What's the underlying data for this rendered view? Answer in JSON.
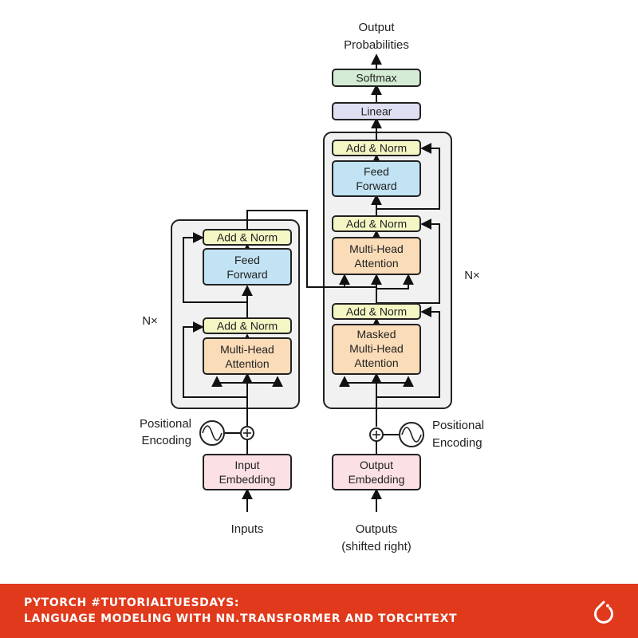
{
  "diagram": {
    "encoder": {
      "add_norm_top": "Add & Norm",
      "feed_forward": [
        "Feed",
        "Forward"
      ],
      "add_norm_bottom": "Add & Norm",
      "attention": [
        "Multi-Head",
        "Attention"
      ],
      "repeat_label": "N×",
      "positional_encoding": [
        "Positional",
        "Encoding"
      ],
      "embedding": [
        "Input",
        "Embedding"
      ],
      "input_label": "Inputs"
    },
    "decoder": {
      "output_probabilities": [
        "Output",
        "Probabilities"
      ],
      "softmax": "Softmax",
      "linear": "Linear",
      "add_norm_top": "Add & Norm",
      "feed_forward": [
        "Feed",
        "Forward"
      ],
      "add_norm_middle": "Add & Norm",
      "cross_attention": [
        "Multi-Head",
        "Attention"
      ],
      "add_norm_bottom": "Add & Norm",
      "masked_attention": [
        "Masked",
        "Multi-Head",
        "Attention"
      ],
      "repeat_label": "N×",
      "positional_encoding": [
        "Positional",
        "Encoding"
      ],
      "embedding": [
        "Output",
        "Embedding"
      ],
      "output_label": [
        "Outputs",
        "(shifted right)"
      ]
    },
    "colors": {
      "add_norm": "#f4f7c4",
      "feed_forward": "#c2e3f4",
      "attention": "#fbdcb8",
      "embedding": "#fbe0e4",
      "linear": "#dedff3",
      "softmax": "#d5ecd4",
      "stack_background": "#f1f1f1"
    }
  },
  "banner": {
    "line1": "PYTORCH #TUTORIALTUESDAYS:",
    "line2": "LANGUAGE MODELING WITH NN.TRANSFORMER AND TORCHTEXT",
    "logo_icon": "pytorch-flame-icon",
    "background": "#e0391b"
  }
}
